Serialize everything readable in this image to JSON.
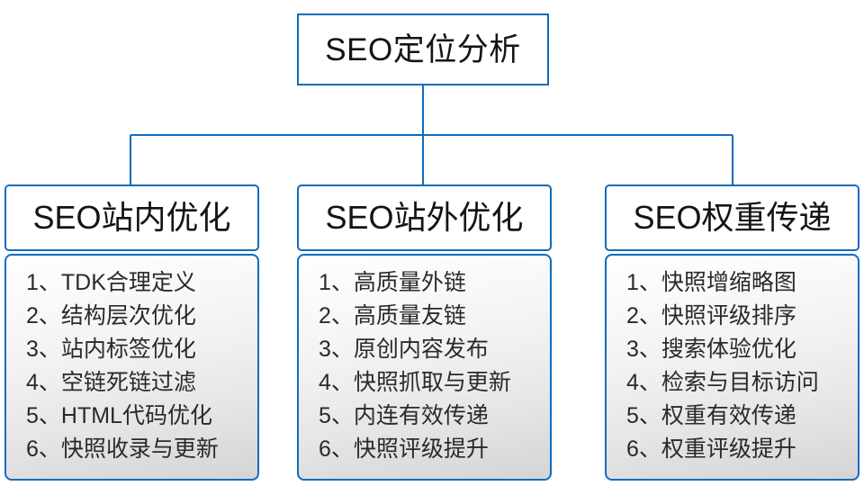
{
  "diagram": {
    "type": "org-tree",
    "root": {
      "label": "SEO定位分析"
    },
    "branches": [
      {
        "header": "SEO站内优化",
        "items": [
          {
            "index": "1、",
            "text": "TDK合理定义"
          },
          {
            "index": "2、",
            "text": "结构层次优化"
          },
          {
            "index": "3、",
            "text": "站内标签优化"
          },
          {
            "index": "4、",
            "text": "空链死链过滤"
          },
          {
            "index": "5、",
            "text": "HTML代码优化"
          },
          {
            "index": "6、",
            "text": "快照收录与更新"
          }
        ]
      },
      {
        "header": "SEO站外优化",
        "items": [
          {
            "index": "1、",
            "text": "高质量外链"
          },
          {
            "index": "2、",
            "text": "高质量友链"
          },
          {
            "index": "3、",
            "text": "原创内容发布"
          },
          {
            "index": "4、",
            "text": "快照抓取与更新"
          },
          {
            "index": "5、",
            "text": "内连有效传递"
          },
          {
            "index": "6、",
            "text": "快照评级提升"
          }
        ]
      },
      {
        "header": "SEO权重传递",
        "items": [
          {
            "index": "1、",
            "text": "快照增缩略图"
          },
          {
            "index": "2、",
            "text": "快照评级排序"
          },
          {
            "index": "3、",
            "text": "搜索体验优化"
          },
          {
            "index": "4、",
            "text": "检索与目标访问"
          },
          {
            "index": "5、",
            "text": "权重有效传递"
          },
          {
            "index": "6、",
            "text": "权重评级提升"
          }
        ]
      }
    ],
    "colors": {
      "border": "#0f6cbd",
      "connector": "#0f6cbd",
      "header_fill": "#ffffff",
      "body_fill_top": "#fefefe",
      "body_fill_bottom": "#d4d4d4",
      "text": "#1a1a1a",
      "page_background": "#ffffff"
    }
  }
}
